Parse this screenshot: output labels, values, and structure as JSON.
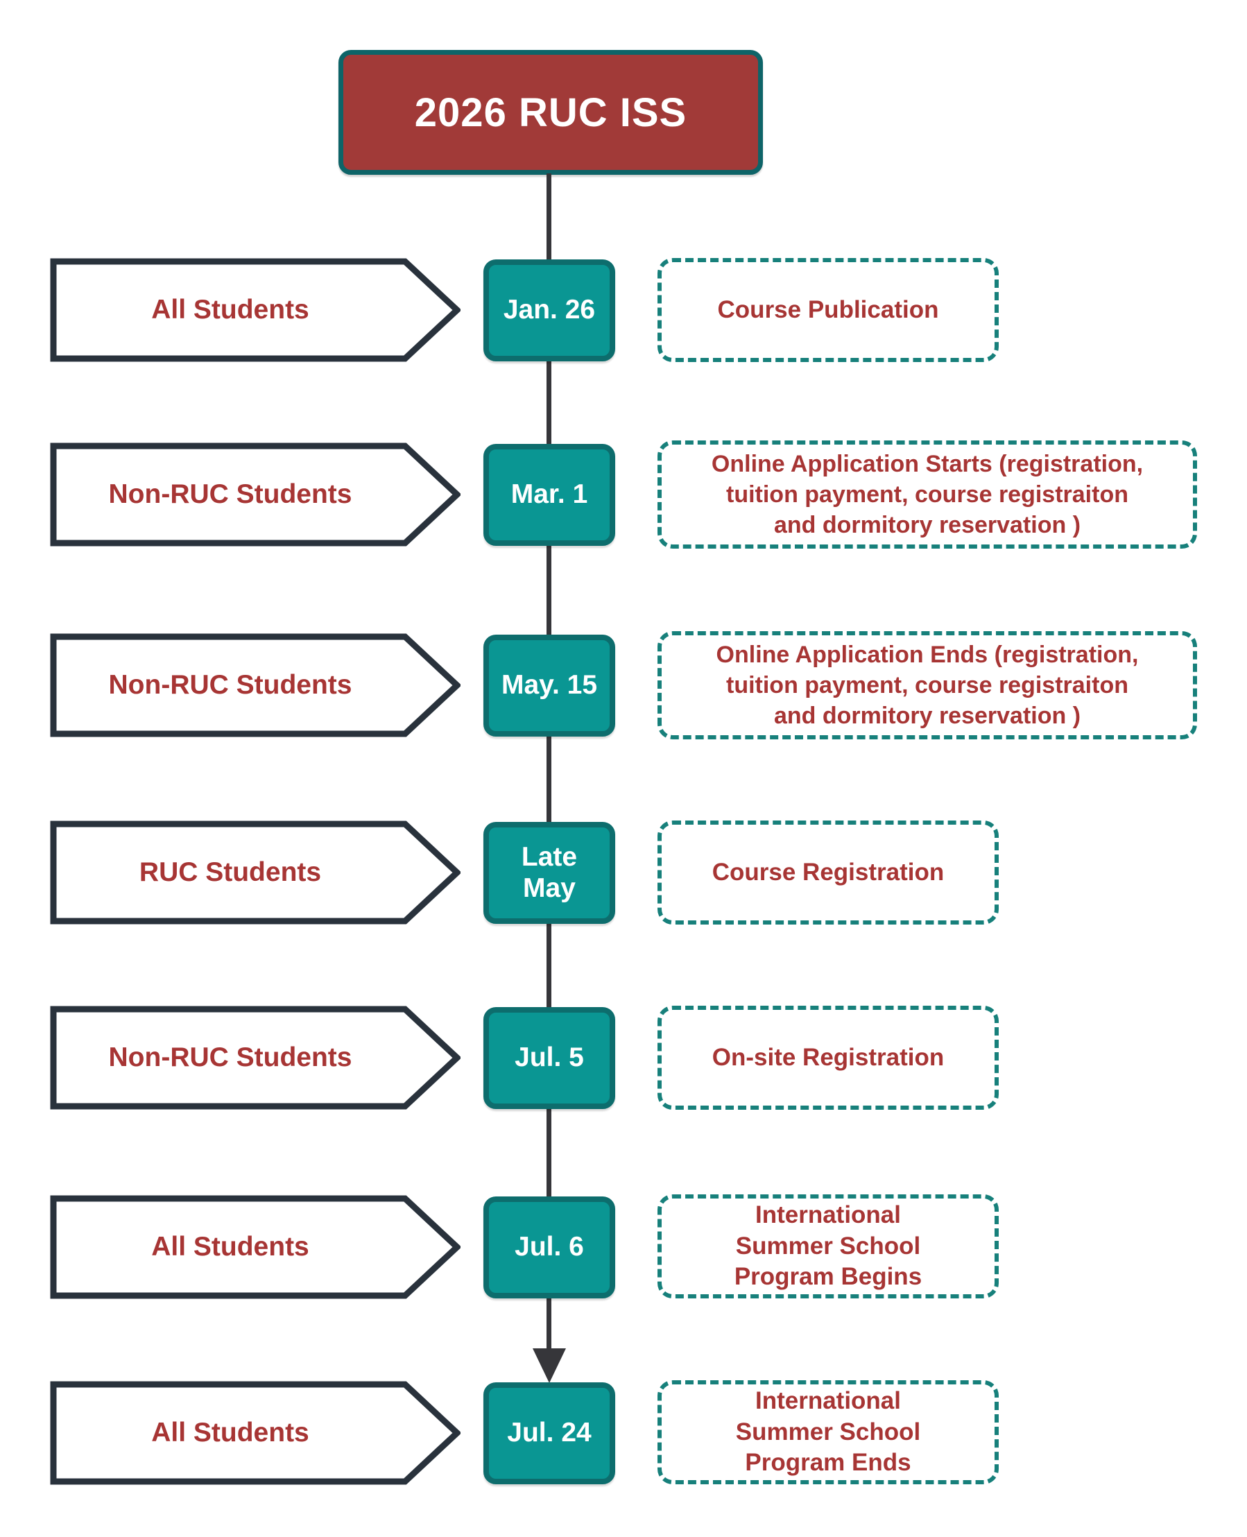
{
  "title": "2026 RUC ISS",
  "colors": {
    "title-fill": "#A13A38",
    "title-border": "#0E6468",
    "teal-fill": "#0A9693",
    "teal-border": "#0D6D6D",
    "dashed-border": "#17807B",
    "red-text": "#A73534",
    "arrow-border": "#29323C",
    "line": "#36363A"
  },
  "rows": [
    {
      "audience": "All Students",
      "date": "Jan. 26",
      "event": "Course Publication"
    },
    {
      "audience": "Non-RUC Students",
      "date": "Mar. 1",
      "event": "Online Application Starts (registration,\ntuition payment, course registraiton\nand dormitory reservation )"
    },
    {
      "audience": "Non-RUC Students",
      "date": "May. 15",
      "event": "Online Application Ends (registration,\ntuition payment, course registraiton\nand dormitory reservation )"
    },
    {
      "audience": "RUC Students",
      "date": "Late\nMay",
      "event": "Course Registration"
    },
    {
      "audience": "Non-RUC Students",
      "date": "Jul. 5",
      "event": "On-site Registration"
    },
    {
      "audience": "All Students",
      "date": "Jul. 6",
      "event": "International\nSummer School\nProgram Begins"
    },
    {
      "audience": "All Students",
      "date": "Jul. 24",
      "event": "International\nSummer School\nProgram Ends"
    }
  ]
}
